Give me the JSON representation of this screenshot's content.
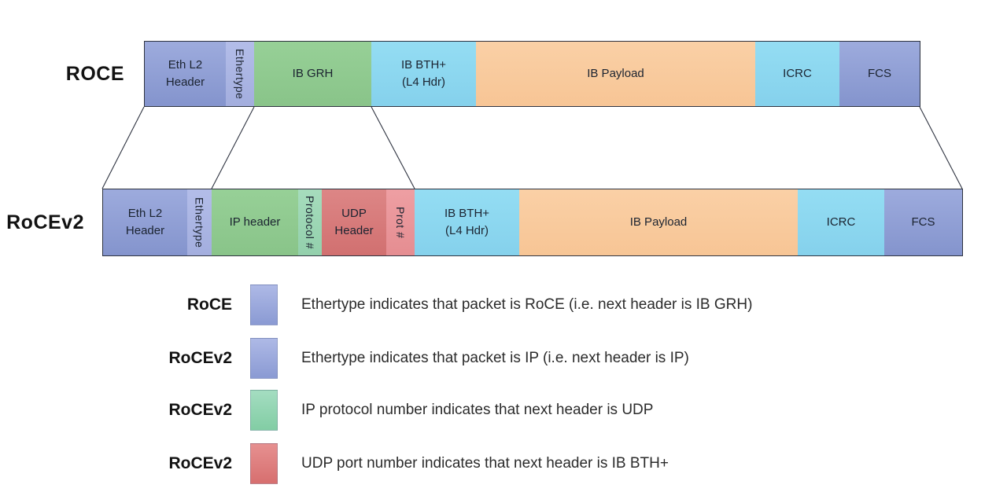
{
  "diagram": {
    "rows": [
      {
        "label": "ROCE",
        "segments": [
          {
            "name": "eth-l2-header",
            "text": "Eth L2\nHeader"
          },
          {
            "name": "ethertype",
            "text": "Ethertype"
          },
          {
            "name": "ib-grh",
            "text": "IB GRH"
          },
          {
            "name": "ib-bth",
            "text": "IB BTH+\n(L4 Hdr)"
          },
          {
            "name": "ib-payload",
            "text": "IB Payload"
          },
          {
            "name": "icrc",
            "text": "ICRC"
          },
          {
            "name": "fcs",
            "text": "FCS"
          }
        ]
      },
      {
        "label": "RoCEv2",
        "segments": [
          {
            "name": "eth-l2-header",
            "text": "Eth L2\nHeader"
          },
          {
            "name": "ethertype",
            "text": "Ethertype"
          },
          {
            "name": "ip-header",
            "text": "IP header"
          },
          {
            "name": "protocol-number",
            "text": "Protocol #"
          },
          {
            "name": "udp-header",
            "text": "UDP\nHeader"
          },
          {
            "name": "prot-number",
            "text": "Prot #"
          },
          {
            "name": "ib-bth",
            "text": "IB BTH+\n(L4 Hdr)"
          },
          {
            "name": "ib-payload",
            "text": "IB Payload"
          },
          {
            "name": "icrc",
            "text": "ICRC"
          },
          {
            "name": "fcs",
            "text": "FCS"
          }
        ]
      }
    ],
    "colors": {
      "blue_header": "#8c9cd3",
      "blue_ethertype": "#abb5e2",
      "green_header": "#90cb90",
      "mint_protocol": "#9ad5b4",
      "cyan_bth_icrc": "#8ed8f0",
      "orange_payload": "#f9cb9d",
      "red_udp": "#d97f7f",
      "pink_prot": "#e9989c",
      "outline": "#2e3340"
    }
  },
  "legend": {
    "rows": [
      {
        "label": "RoCE",
        "swatch_color": "#96a4d9",
        "text": "Ethertype indicates that packet is RoCE (i.e. next header is IB GRH)"
      },
      {
        "label": "RoCEv2",
        "swatch_color": "#96a4d9",
        "text": "Ethertype indicates that packet is IP (i.e. next header is IP)"
      },
      {
        "label": "RoCEv2",
        "swatch_color": "#8fd2ae",
        "text": "IP protocol number indicates that next header is UDP"
      },
      {
        "label": "RoCEv2",
        "swatch_color": "#dc7c7c",
        "text": "UDP port number indicates that next header is IB BTH+"
      }
    ]
  }
}
